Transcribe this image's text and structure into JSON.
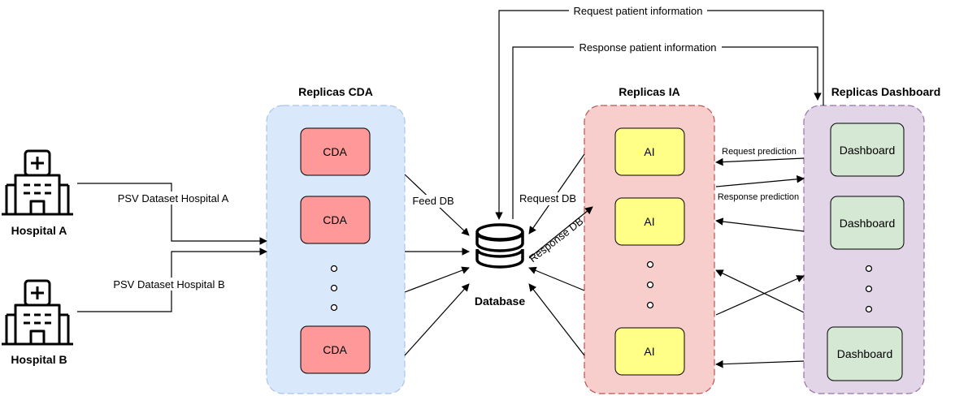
{
  "groups": {
    "cda": {
      "title": "Replicas CDA",
      "fill": "#dae8fc",
      "stroke": "#a9c4eb"
    },
    "ia": {
      "title": "Replicas IA",
      "fill": "#f8cecc",
      "stroke": "#b85450"
    },
    "dashboard": {
      "title": "Replicas Dashboard",
      "fill": "#e1d5e7",
      "stroke": "#9673a6"
    }
  },
  "nodes": {
    "cda": [
      "CDA",
      "CDA",
      "CDA"
    ],
    "ai": [
      "AI",
      "AI",
      "AI"
    ],
    "dashboard": [
      "Dashboard",
      "Dashboard",
      "Dashboard"
    ]
  },
  "node_colors": {
    "cda": "#ff9999",
    "ai": "#ffff88",
    "dashboard": "#d5e8d4"
  },
  "hospitals": {
    "a": {
      "label": "Hospital A",
      "icon": "hospital-icon"
    },
    "b": {
      "label": "Hospital B",
      "icon": "hospital-icon"
    }
  },
  "database": {
    "label": "Database",
    "icon": "database-icon"
  },
  "edges": {
    "psv_a": "PSV Dataset Hospital A",
    "psv_b": "PSV Dataset Hospital B",
    "feed_db": "Feed DB",
    "request_db": "Request DB",
    "response_db": "Response DB",
    "request_prediction": "Request prediction",
    "response_prediction": "Response prediction",
    "request_patient": "Request patient information",
    "response_patient": "Response patient information"
  }
}
